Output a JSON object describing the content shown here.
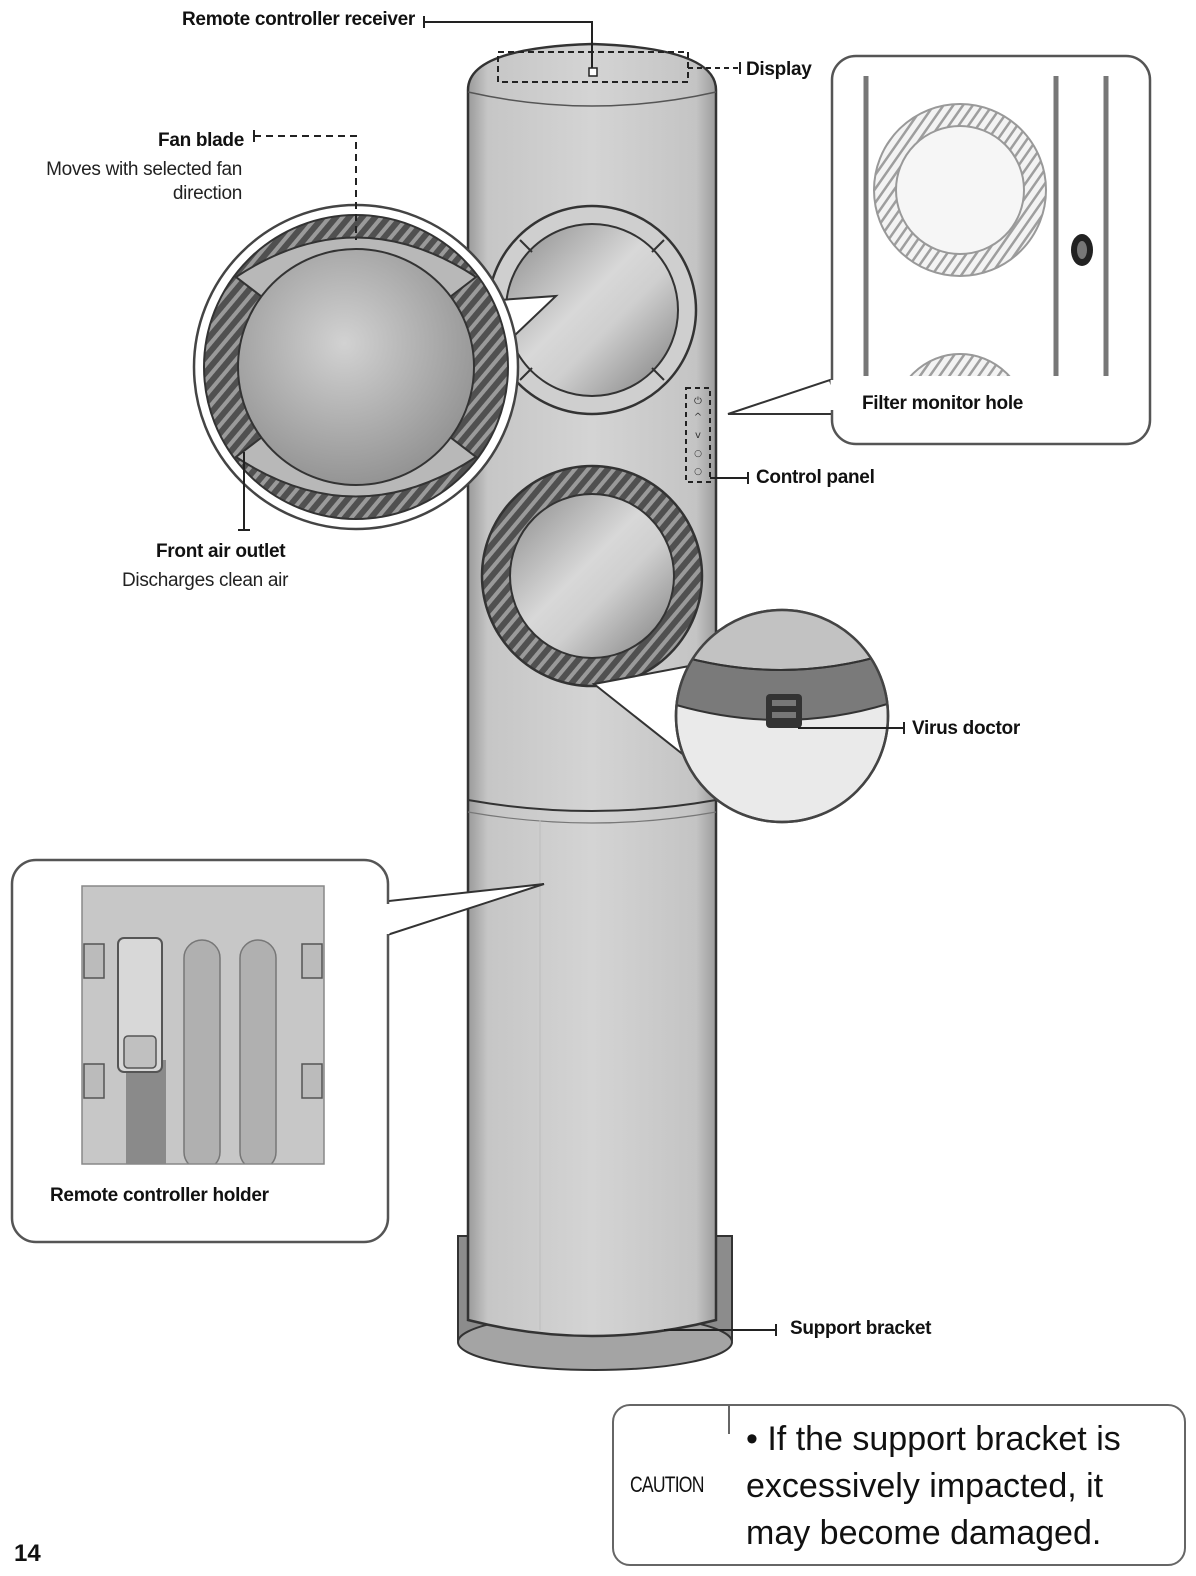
{
  "labels": {
    "remote_receiver": "Remote controller receiver",
    "display": "Display",
    "fan_blade": "Fan blade",
    "fan_blade_desc": "Moves with selected fan direction",
    "filter_monitor_hole": "Filter monitor hole",
    "control_panel": "Control panel",
    "front_air_outlet": "Front air outlet",
    "front_air_outlet_desc": "Discharges clean air",
    "virus_doctor": "Virus doctor",
    "remote_holder": "Remote controller holder",
    "support_bracket": "Support bracket"
  },
  "caution": {
    "label": "CAUTION",
    "text": "• If the support bracket is excessively impacted, it may become damaged."
  },
  "page_number": "14"
}
